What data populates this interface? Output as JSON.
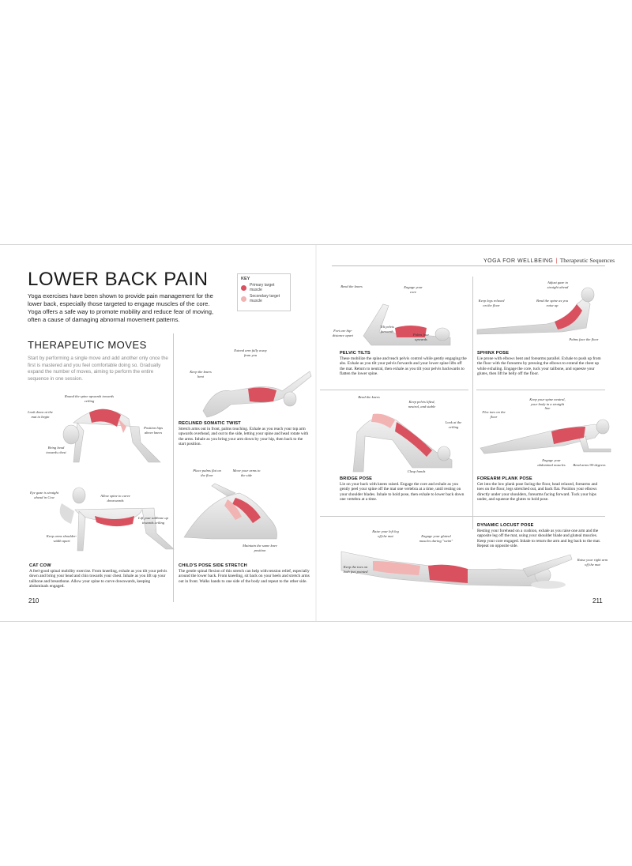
{
  "header": {
    "section": "YOGA FOR WELLBEING",
    "separator": "|",
    "subsection": "Therapeutic Sequences"
  },
  "page_title": "LOWER BACK PAIN",
  "intro": "Yoga exercises have been shown to provide pain management for the lower back, especially those targeted to engage muscles of the core. Yoga offers a safe way to promote mobility and reduce fear of moving, often a cause of damaging abnormal movement patterns.",
  "key": {
    "title": "KEY",
    "items": [
      {
        "label": "Primary target muscle",
        "color": "#d9515f"
      },
      {
        "label": "Secondary target muscle",
        "color": "#f2b3b3"
      }
    ]
  },
  "moves_heading": "THERAPEUTIC MOVES",
  "moves_lead": "Start by performing a single move and add another only once the first is mastered and you feel comfortable doing so. Gradually expand the number of moves, aiming to perform the entire sequence in one session.",
  "poses": {
    "cat_cow": {
      "title": "CAT COW",
      "desc": "A feel-good spinal mobility exercise. From kneeling, exhale as you tilt your pelvis down and bring your head and chin towards your chest. Inhale as you lift up your tailbone and breastbone. Allow your spine to curve downwards, keeping abdominals engaged.",
      "labels": [
        "Round the spine upwards towards ceiling",
        "Look down at the mat to begin",
        "Position hips above knees",
        "Bring head towards chest",
        "Eye gaze is straight ahead in Cow",
        "Allow spine to curve downwards",
        "Lift your tailbone up towards ceiling",
        "Keep arms shoulder-width apart"
      ]
    },
    "reclined_twist": {
      "title": "RECLINED SOMATIC TWIST",
      "desc": "Stretch arms out in front, palms touching. Exhale as you reach your top arm upwards overhead, and out to the side, letting your spine and head rotate with the arms. Inhale as you bring your arm down by your hip, then back to the start position.",
      "labels": [
        "Extend arm fully away from you",
        "Keep the knees bent"
      ]
    },
    "childs_pose": {
      "title": "CHILD'S POSE SIDE STRETCH",
      "desc": "The gentle spinal flexion of this stretch can help with tension relief, especially around the lower back. From kneeling, sit back on your heels and stretch arms out in front. Walks hands to one side of the body and repeat to the other side.",
      "labels": [
        "Place palms flat on the floor",
        "Move your arms to the side",
        "Maintain the same knee position"
      ]
    },
    "pelvic_tilts": {
      "title": "PELVIC TILTS",
      "desc": "These mobilize the spine and teach pelvis control while gently engaging the abs. Exhale as you tilt your pelvis forwards and your lower spine lifts off the mat. Return to neutral, then exhale as you tilt your pelvis backwards to flatten the lower spine.",
      "labels": [
        "Bend the knees",
        "Engage your core",
        "Feet are hip-distance apart",
        "Tilt pelvis forwards",
        "Palms face upwards"
      ]
    },
    "sphinx": {
      "title": "SPHINX POSE",
      "desc": "Lie prone with elbows bent and forearms parallel. Exhale to push up from the floor with the forearms by pressing the elbows to extend the chest up while exhaling. Engage the core, tuck your tailbone, and squeeze your glutes, then lift he belly off the floor.",
      "labels": [
        "Adjust gaze to straight ahead",
        "Keep legs relaxed on the floor",
        "Bend the spine as you raise up",
        "Palms face the floor"
      ]
    },
    "bridge": {
      "title": "BRIDGE POSE",
      "desc": "Lie on your back with knees raised. Engage the core and exhale as you gently peel your spine off the mat one vertebra at a time, until resting on your shoulder blades. Inhale to hold pose, then exhale to lower back down one vertebra at a time.",
      "labels": [
        "Bend the knees",
        "Keep pelvis lifted, neutral, and stable",
        "Look at the ceiling",
        "Clasp hands"
      ]
    },
    "forearm_plank": {
      "title": "FOREARM PLANK POSE",
      "desc": "Get into the low plank pose facing the floor, head relaxed, forearms and toes on the floor, legs stretched out, and back flat. Position your elbows directly under your shoulders, forearms facing forward. Tuck your hips under, and squeeze the glutes to hold pose.",
      "labels": [
        "Keep your spine neutral, your body in a straight line",
        "Flex toes on the floor",
        "Engage your abdominal muscles",
        "Bend arms 90-degrees"
      ]
    },
    "locust": {
      "title": "DYNAMIC LOCUST POSE",
      "desc": "Resting your forehead on a cushion, exhale as you raise one arm and the opposite leg off the mat, using your shoulder blade and gluteal muscles. Keep your core engaged. Inhale to return the arm and leg back to the mat. Repeat on opposite side.",
      "labels": [
        "Raise your left leg off the mat",
        "Engage your gluteal muscles during \"swim\"",
        "Keep the toes on both feet pointed",
        "Raise your right arm off the mat"
      ]
    }
  },
  "page_numbers": {
    "left": "210",
    "right": "211"
  }
}
